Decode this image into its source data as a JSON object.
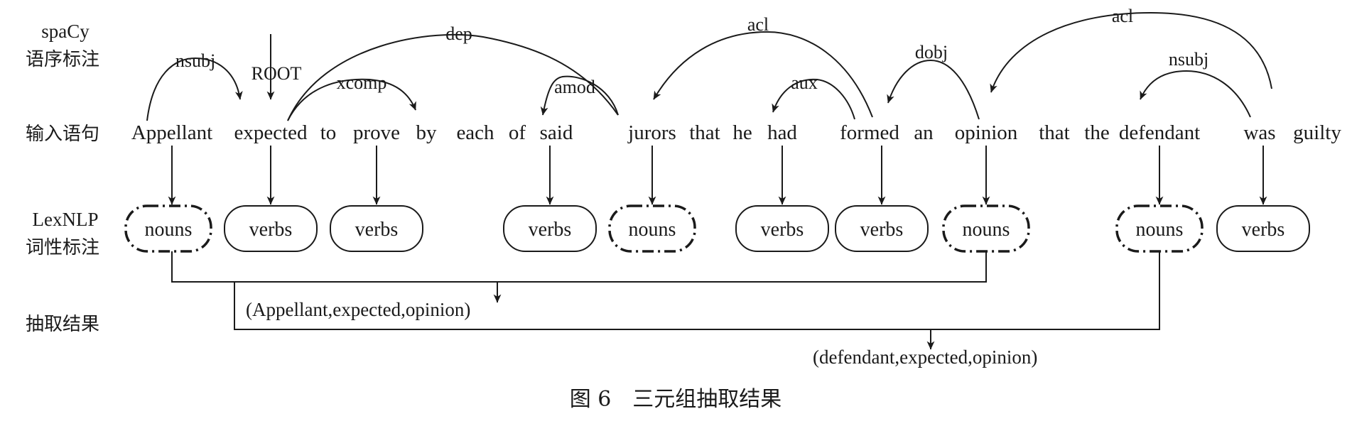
{
  "row_labels": {
    "spacy_line1": "spaCy",
    "spacy_line2": "语序标注",
    "input": "输入语句",
    "lexnlp_line1": "LexNLP",
    "lexnlp_line2": "词性标注",
    "result": "抽取结果"
  },
  "sentence": [
    "Appellant",
    "expected",
    "to",
    "prove",
    "by",
    "each",
    "of",
    "said",
    "jurors",
    "that",
    "he",
    "had",
    "formed",
    "an",
    "opinion",
    "that",
    "the",
    "defendant",
    "was",
    "guilty"
  ],
  "dependencies": [
    "nsubj",
    "ROOT",
    "xcomp",
    "dep",
    "amod",
    "acl",
    "aux",
    "dobj",
    "acl",
    "nsubj"
  ],
  "pos_tags": [
    "nouns",
    "verbs",
    "verbs",
    "verbs",
    "nouns",
    "verbs",
    "verbs",
    "nouns",
    "nouns",
    "verbs"
  ],
  "results": [
    "(Appellant,expected,opinion)",
    "(defendant,expected,opinion)"
  ],
  "caption": "图 6　三元组抽取结果"
}
